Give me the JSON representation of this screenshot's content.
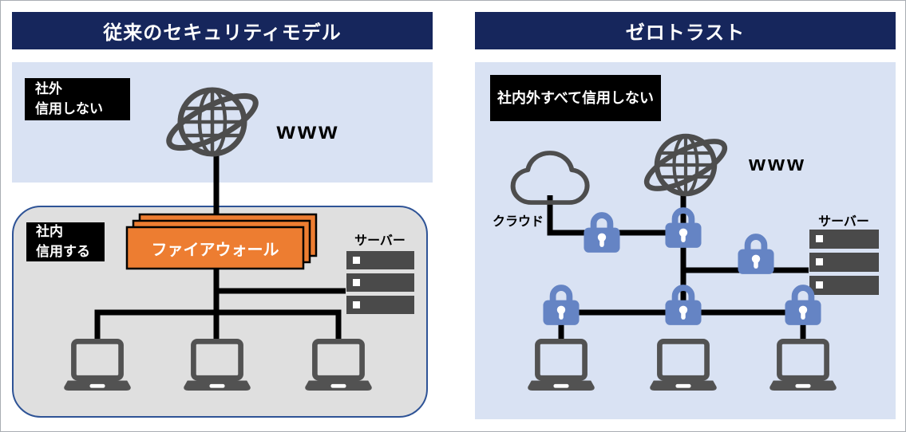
{
  "left_panel": {
    "title": "従来のセキュリティモデル",
    "outside_label": "社外\n信用しない",
    "inside_label": "社内\n信用する",
    "www_label": "www",
    "firewall_label": "ファイアウォール",
    "server_label": "サーバー"
  },
  "right_panel": {
    "title": "ゼロトラスト",
    "trust_label": "社内外すべて信用しない",
    "cloud_label": "クラウド",
    "www_label": "www",
    "server_label": "サーバー"
  },
  "icons": {
    "globe": "globe-icon",
    "cloud": "cloud-icon",
    "lock": "lock-icon",
    "laptop": "laptop-icon",
    "server": "server-stack-icon"
  },
  "colors": {
    "header_bg": "#16265c",
    "header_text": "#ffffff",
    "zone_blue": "#d9e2f3",
    "zone_gray": "#dfdfdf",
    "zone_gray_border": "#2e5396",
    "firewall_orange": "#ed7d31",
    "lock_blue": "#6584c4",
    "icon_gray": "#4d4d4d",
    "device_gray": "#525252",
    "line_black": "#000000",
    "label_bg": "#000000",
    "label_text": "#ffffff"
  }
}
